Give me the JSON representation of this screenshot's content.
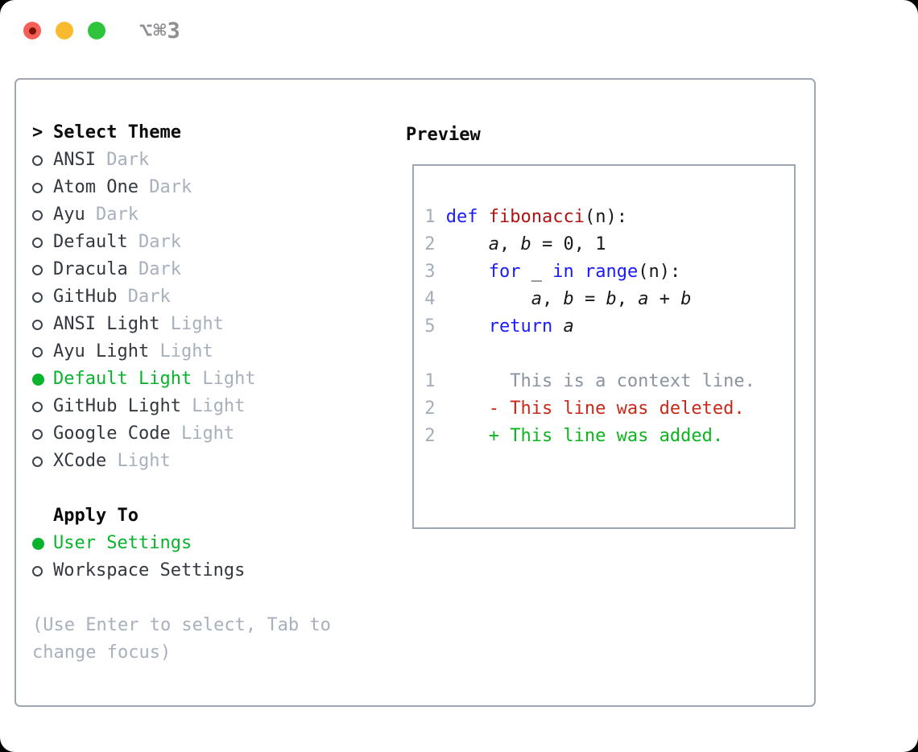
{
  "window": {
    "title": "⌥⌘3"
  },
  "titlebar": {
    "buttons": [
      "close",
      "minimize",
      "zoom"
    ]
  },
  "theme_list": {
    "caret": ">",
    "header": "Select Theme",
    "items": [
      {
        "name": "ANSI",
        "variant": "Dark",
        "selected": false
      },
      {
        "name": "Atom One",
        "variant": "Dark",
        "selected": false
      },
      {
        "name": "Ayu",
        "variant": "Dark",
        "selected": false
      },
      {
        "name": "Default",
        "variant": "Dark",
        "selected": false
      },
      {
        "name": "Dracula",
        "variant": "Dark",
        "selected": false
      },
      {
        "name": "GitHub",
        "variant": "Dark",
        "selected": false
      },
      {
        "name": "ANSI Light",
        "variant": "Light",
        "selected": false
      },
      {
        "name": "Ayu Light",
        "variant": "Light",
        "selected": false
      },
      {
        "name": "Default Light",
        "variant": "Light",
        "selected": true
      },
      {
        "name": "GitHub Light",
        "variant": "Light",
        "selected": false
      },
      {
        "name": "Google Code",
        "variant": "Light",
        "selected": false
      },
      {
        "name": "XCode",
        "variant": "Light",
        "selected": false
      }
    ]
  },
  "apply_to": {
    "header": "Apply To",
    "options": [
      {
        "label": "User Settings",
        "selected": true
      },
      {
        "label": "Workspace Settings",
        "selected": false
      }
    ]
  },
  "hint": "(Use Enter to select, Tab to change focus)",
  "preview": {
    "header": "Preview",
    "code_lines": [
      {
        "num": "1",
        "tokens": [
          {
            "t": "def",
            "c": "kw"
          },
          {
            "t": " "
          },
          {
            "t": "fibonacci",
            "c": "fn"
          },
          {
            "t": "(n):"
          }
        ]
      },
      {
        "num": "2",
        "tokens": [
          {
            "t": "    "
          },
          {
            "t": "a",
            "c": "var"
          },
          {
            "t": ", "
          },
          {
            "t": "b",
            "c": "var"
          },
          {
            "t": " = 0, 1"
          }
        ]
      },
      {
        "num": "3",
        "tokens": [
          {
            "t": "    "
          },
          {
            "t": "for",
            "c": "kw"
          },
          {
            "t": " _ "
          },
          {
            "t": "in",
            "c": "kw"
          },
          {
            "t": " "
          },
          {
            "t": "range",
            "c": "kw"
          },
          {
            "t": "(n):"
          }
        ]
      },
      {
        "num": "4",
        "tokens": [
          {
            "t": "        "
          },
          {
            "t": "a",
            "c": "var"
          },
          {
            "t": ", "
          },
          {
            "t": "b",
            "c": "var"
          },
          {
            "t": " = "
          },
          {
            "t": "b",
            "c": "var"
          },
          {
            "t": ", "
          },
          {
            "t": "a",
            "c": "var"
          },
          {
            "t": " + "
          },
          {
            "t": "b",
            "c": "var"
          }
        ]
      },
      {
        "num": "5",
        "tokens": [
          {
            "t": "    "
          },
          {
            "t": "return",
            "c": "kw"
          },
          {
            "t": " "
          },
          {
            "t": "a",
            "c": "var"
          }
        ]
      }
    ],
    "diff_lines": [
      {
        "num": "1",
        "marker": " ",
        "text": "This is a context line.",
        "kind": "context"
      },
      {
        "num": "2",
        "marker": "-",
        "text": "This line was deleted.",
        "kind": "deleted"
      },
      {
        "num": "2",
        "marker": "+",
        "text": "This line was added.",
        "kind": "added"
      }
    ]
  },
  "colors": {
    "tl-red": "#f55f57",
    "tl-red-dot": "#7c1308",
    "tl-yellow": "#f9bb2d",
    "tl-green": "#2ec43b",
    "title-gray": "#8e8e93",
    "border-gray": "#9fa8b2",
    "text-black": "#0b0b0c",
    "text-dark": "#33383f",
    "muted": "#a7b0bc",
    "circle-gray": "#3c434c",
    "ui-green": "#0ab32e",
    "line-num": "#a4aebb",
    "context-gray": "#8b939e",
    "keyword": "#1a1aff",
    "func": "#b01212",
    "code-plain": "#16181c",
    "diff-red": "#cb2917",
    "diff-green": "#0db41f"
  }
}
